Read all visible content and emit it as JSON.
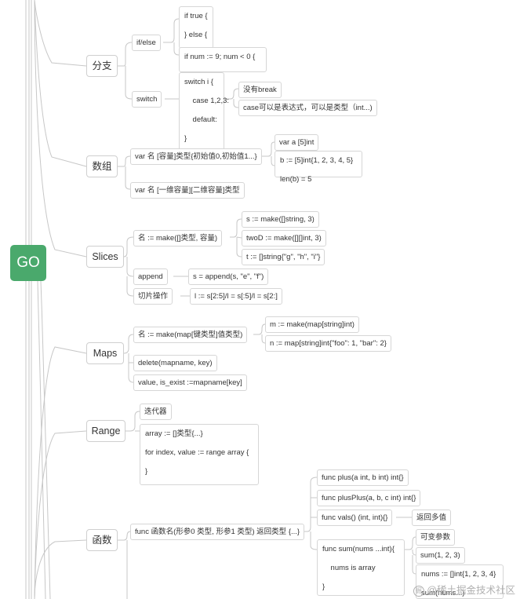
{
  "root": "GO",
  "branches": {
    "fenzhi": "分支",
    "shuzu": "数组",
    "slices": "Slices",
    "maps": "Maps",
    "range": "Range",
    "hanshu": "函数"
  },
  "nodes": {
    "ifelse": "if/else",
    "if_block": "if true {\n} else {",
    "if_num": "if num := 9; num < 0 {\n}",
    "switch": "switch",
    "switch_block": "switch i {\n    case 1,2,3:\n    default:\n}",
    "no_break": "没有break",
    "case_expr": "case可以是表达式，可以是类型（int...)",
    "arr_decl": "var 名 [容量]类型{初始值0,初始值1...}",
    "arr_a": "var a [5]int",
    "arr_b": "b := [5]int{1, 2, 3, 4, 5}\nlen(b) = 5",
    "arr_2d": "var 名 [一维容量][二维容量]类型",
    "make_slice": "名 := make([]类型, 容量)",
    "s_make": "s := make([]string, 3)",
    "twoD": "twoD := make([][]int, 3)",
    "t_lit": "t := []string{\"g\", \"h\", \"i\"}",
    "append": "append",
    "append_ex": "s = append(s, \"e\", \"f\")",
    "slice_op": "切片操作",
    "slice_ex": "l := s[2:5]/l = s[:5]/l = s[2:]",
    "make_map": "名 := make(map[键类型]值类型)",
    "m_make": "m := make(map[string]int)",
    "n_lit": "n := map[string]int{\"foo\": 1, \"bar\": 2}",
    "delete": "delete(mapname, key)",
    "is_exist": "value, is_exist :=mapname[key]",
    "iterator": "迭代器",
    "range_block": "array := []类型{...}\nfor index, value := range array {\n}",
    "func_decl": "func 函数名(形参0 类型, 形参1 类型) 返回类型 {...}",
    "plus": "func plus(a int, b int) int{}",
    "plusplus": "func plusPlus(a, b, c int) int{}",
    "vals": "func vals() (int, int){}",
    "multi_ret": "返回多值",
    "sum": "func sum(nums ...int){\n    nums is array\n}",
    "variadic": "可变参数",
    "sum_call": "sum(1, 2, 3)",
    "nums_lit": "nums := []int{1, 2, 3, 4}\nsum(nums...)"
  },
  "watermark": "@稀土掘金技术社区"
}
